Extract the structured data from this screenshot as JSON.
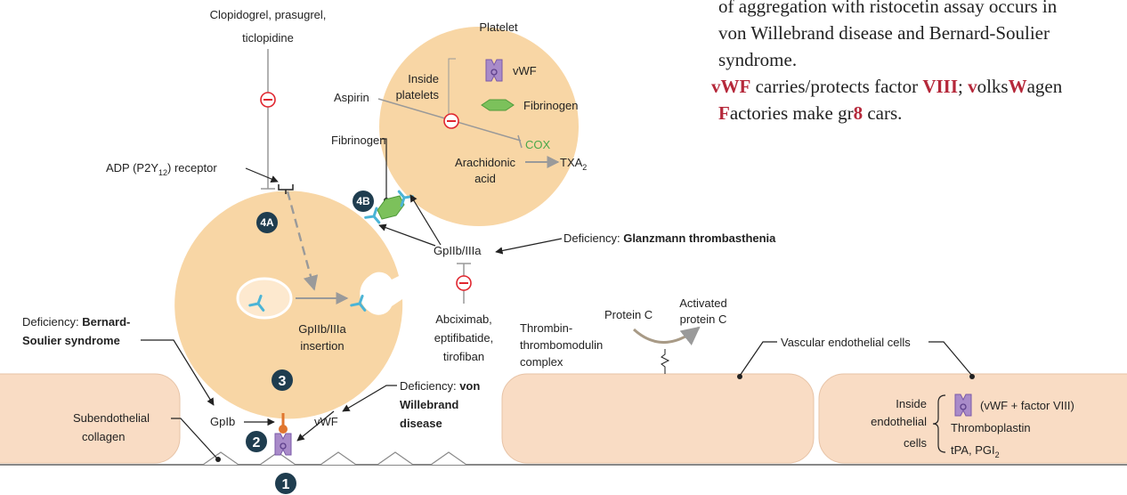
{
  "drugs": {
    "p2y12_inhibitors": [
      "Clopidogrel, prasugrel,",
      "ticlopidine"
    ],
    "aspirin": "Aspirin",
    "gp2b3a_inhibitors": [
      "Abciximab,",
      "eptifibatide,",
      "tirofiban"
    ]
  },
  "platelet": {
    "title": "Platelet",
    "inside_label": [
      "Inside",
      "platelets"
    ],
    "vwf": "vWF",
    "fibrinogen": "Fibrinogen",
    "cox": "COX",
    "arachidonic": [
      "Arachidonic",
      "acid"
    ],
    "txa": "TXA",
    "txa_sub": "2"
  },
  "labels": {
    "fibrinogen": "Fibrinogen",
    "adp_pre": "ADP (P2Y",
    "adp_sub": "12",
    "adp_post": ") receptor",
    "gp2b3a": "GpIIb/IIIa",
    "insertion": [
      "GpIIb/IIIa",
      "insertion"
    ],
    "gpib": "GpIb",
    "vwf": "vWF",
    "subendothelial": [
      "Subendothelial",
      "collagen"
    ],
    "thrombin": [
      "Thrombin-",
      "thrombomodulin",
      "complex"
    ],
    "protein_c": "Protein C",
    "activated_protein_c": [
      "Activated",
      "protein C"
    ],
    "vascular": "Vascular endothelial cells"
  },
  "deficiencies": {
    "prefix": "Deficiency:",
    "glanzmann": "Glanzmann thrombasthenia",
    "bernard": [
      "Bernard-",
      "Soulier syndrome"
    ],
    "vwd": [
      "von",
      "Willebrand",
      "disease"
    ]
  },
  "endothelial": {
    "inside_label": [
      "Inside",
      "endothelial",
      "cells"
    ],
    "items": [
      "(vWF + factor VIII)",
      "Thromboplastin",
      "tPA, PGI"
    ],
    "pgi_sub": "2"
  },
  "steps": [
    "1",
    "2",
    "3",
    "4A",
    "4B"
  ],
  "colors": {
    "platelet_fill": "#f8d6a5",
    "vessel_fill": "#f9dcc4",
    "accent_red": "#b5283a",
    "inhibit_red": "#e0262f",
    "receptor_blue": "#4bb4d6",
    "vwf_purple": "#a98bc9",
    "fibrinogen_green": "#7cc15b",
    "badge_navy": "#1f3d4f"
  },
  "mnemonic": {
    "line1": "of aggregation with ristocetin assay occurs in",
    "line2": "von Willebrand disease and Bernard-Soulier",
    "line3": "syndrome.",
    "l4_a": "vWF",
    "l4_b": " carries/protects factor ",
    "l4_c": "VIII",
    "l4_d": "; ",
    "l4_e": "v",
    "l4_f": "olks",
    "l4_g": "W",
    "l4_h": "agen",
    "l5_a": "F",
    "l5_b": "actories make gr",
    "l5_c": "8",
    "l5_d": " cars."
  }
}
